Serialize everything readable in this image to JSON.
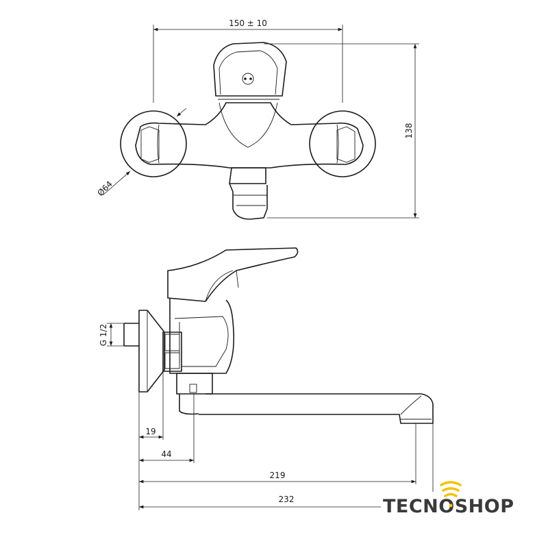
{
  "dimensions": {
    "top_width": "150 ± 10",
    "top_height": "138",
    "diameter": "Ø64",
    "thread": "G 1/2",
    "d19": "19",
    "d44": "44",
    "d219": "219",
    "d232": "232"
  },
  "logo": {
    "text": "TECNOSHOP",
    "text_color": "#3a3a3a",
    "accent_color": "#f2c200"
  },
  "colors": {
    "line": "#1a1a1a",
    "background": "#ffffff"
  }
}
